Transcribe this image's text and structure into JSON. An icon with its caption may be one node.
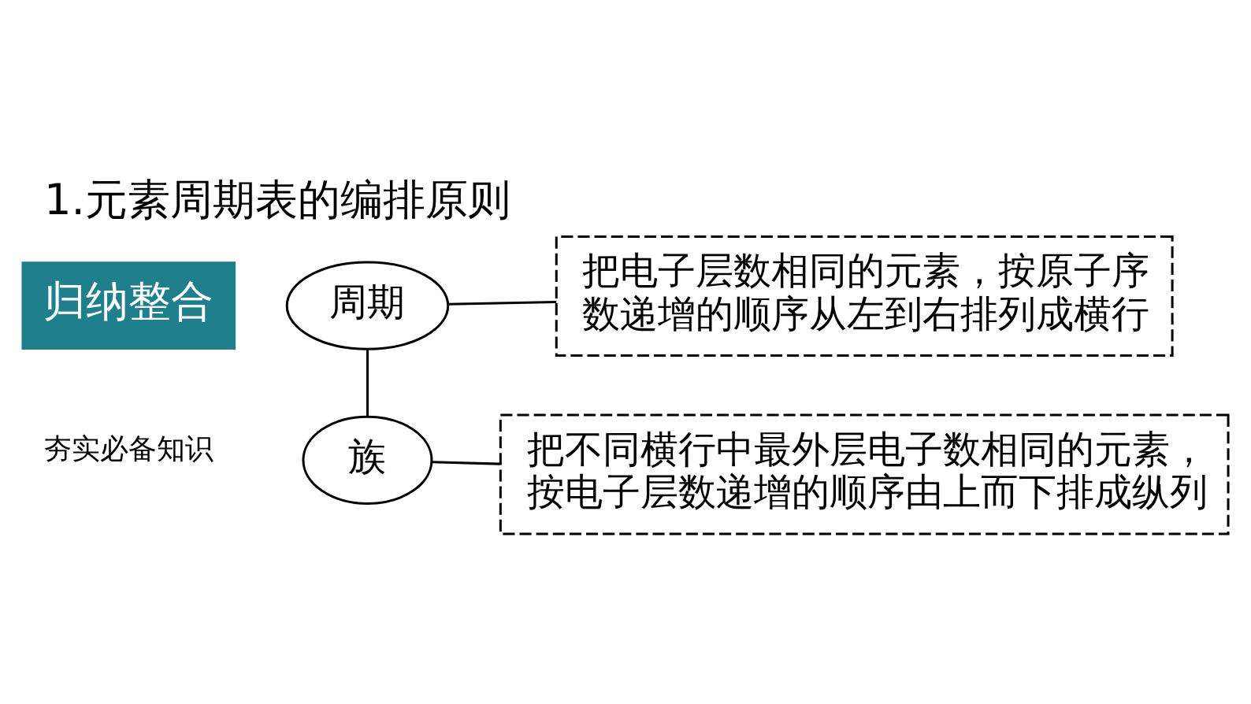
{
  "diagram": {
    "title": "1.元素周期表的编排原则",
    "nodes": [
      {
        "text": [
          "周期"
        ]
      },
      {
        "text": [
          "把电子层数相同的元素，按原子序数递增的顺序从左到右排列成横行"
        ]
      },
      {
        "text": [
          "族"
        ]
      },
      {
        "text": [
          "把不同横行中最外层电子数相同的元素，按电子层数递增的顺序由上而下排成纵列"
        ]
      }
    ],
    "edges": [
      {
        "from": 0,
        "to": 1,
        "arrow": "none"
      },
      {
        "from": 0,
        "to": 2,
        "arrow": "none"
      },
      {
        "from": 2,
        "to": 3,
        "arrow": "none"
      }
    ],
    "labels": [
      "归纳整合",
      "夯实必备知识"
    ]
  }
}
